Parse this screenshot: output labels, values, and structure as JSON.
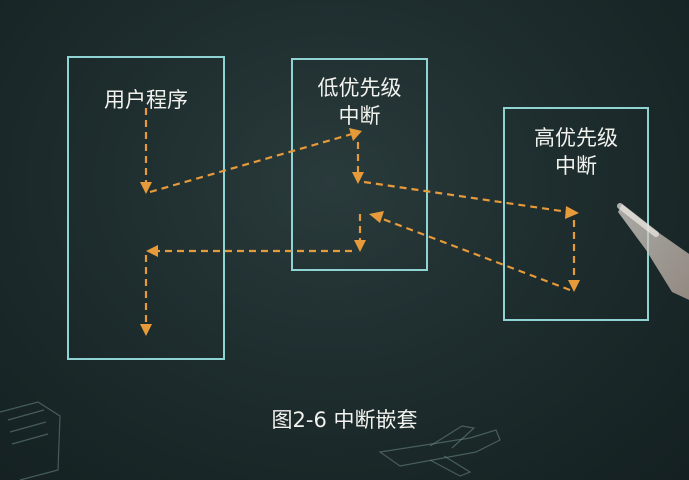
{
  "diagram": {
    "nodes": [
      {
        "id": "user",
        "label": "用户程序"
      },
      {
        "id": "low",
        "label": "低优先级\n中断"
      },
      {
        "id": "high",
        "label": "高优先级\n中断"
      }
    ],
    "caption": "图2-6 中断嵌套"
  },
  "colors": {
    "board": "#1e2d2e",
    "box_border": "#8fd4d2",
    "arrow": "#e69a3a",
    "text": "#f2f2ee"
  }
}
